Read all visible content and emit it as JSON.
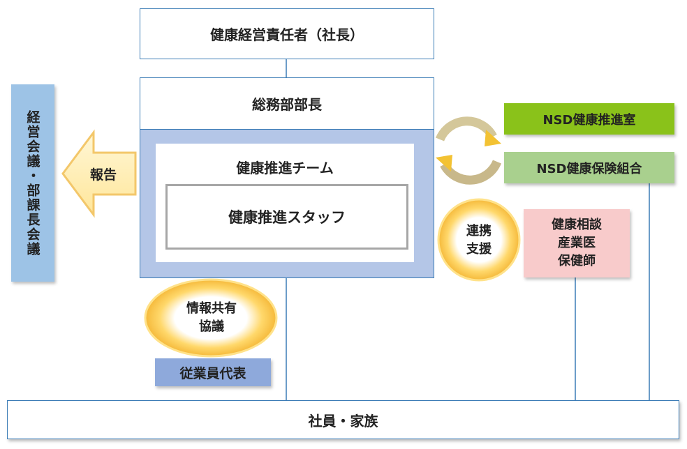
{
  "nodes": {
    "ceo": "健康経営責任者（社長）",
    "general_affairs": "総務部部長",
    "team": "健康推進チーム",
    "staff": "健康推進スタッフ",
    "nsd_office": "NSD健康推進室",
    "nsd_union": "NSD健康保険組合",
    "meetings": "経営会議・部課長会議",
    "report": "報告",
    "info_share_1": "情報共有",
    "info_share_2": "協議",
    "employee_rep": "従業員代表",
    "coop_1": "連携",
    "coop_2": "支援",
    "medical_1": "健康相談",
    "medical_2": "産業医",
    "medical_3": "保健師",
    "employees": "社員・家族"
  },
  "colors": {
    "box_border": "#3a7bb5",
    "team_fill": "#b4c6e7",
    "nsd_office_fill": "#8ac21a",
    "nsd_union_fill": "#a9d08e",
    "meetings_fill": "#9dc3e6",
    "employee_rep_fill": "#8ea9db",
    "medical_fill": "#f8cbcb",
    "ring": "#f5c842"
  }
}
